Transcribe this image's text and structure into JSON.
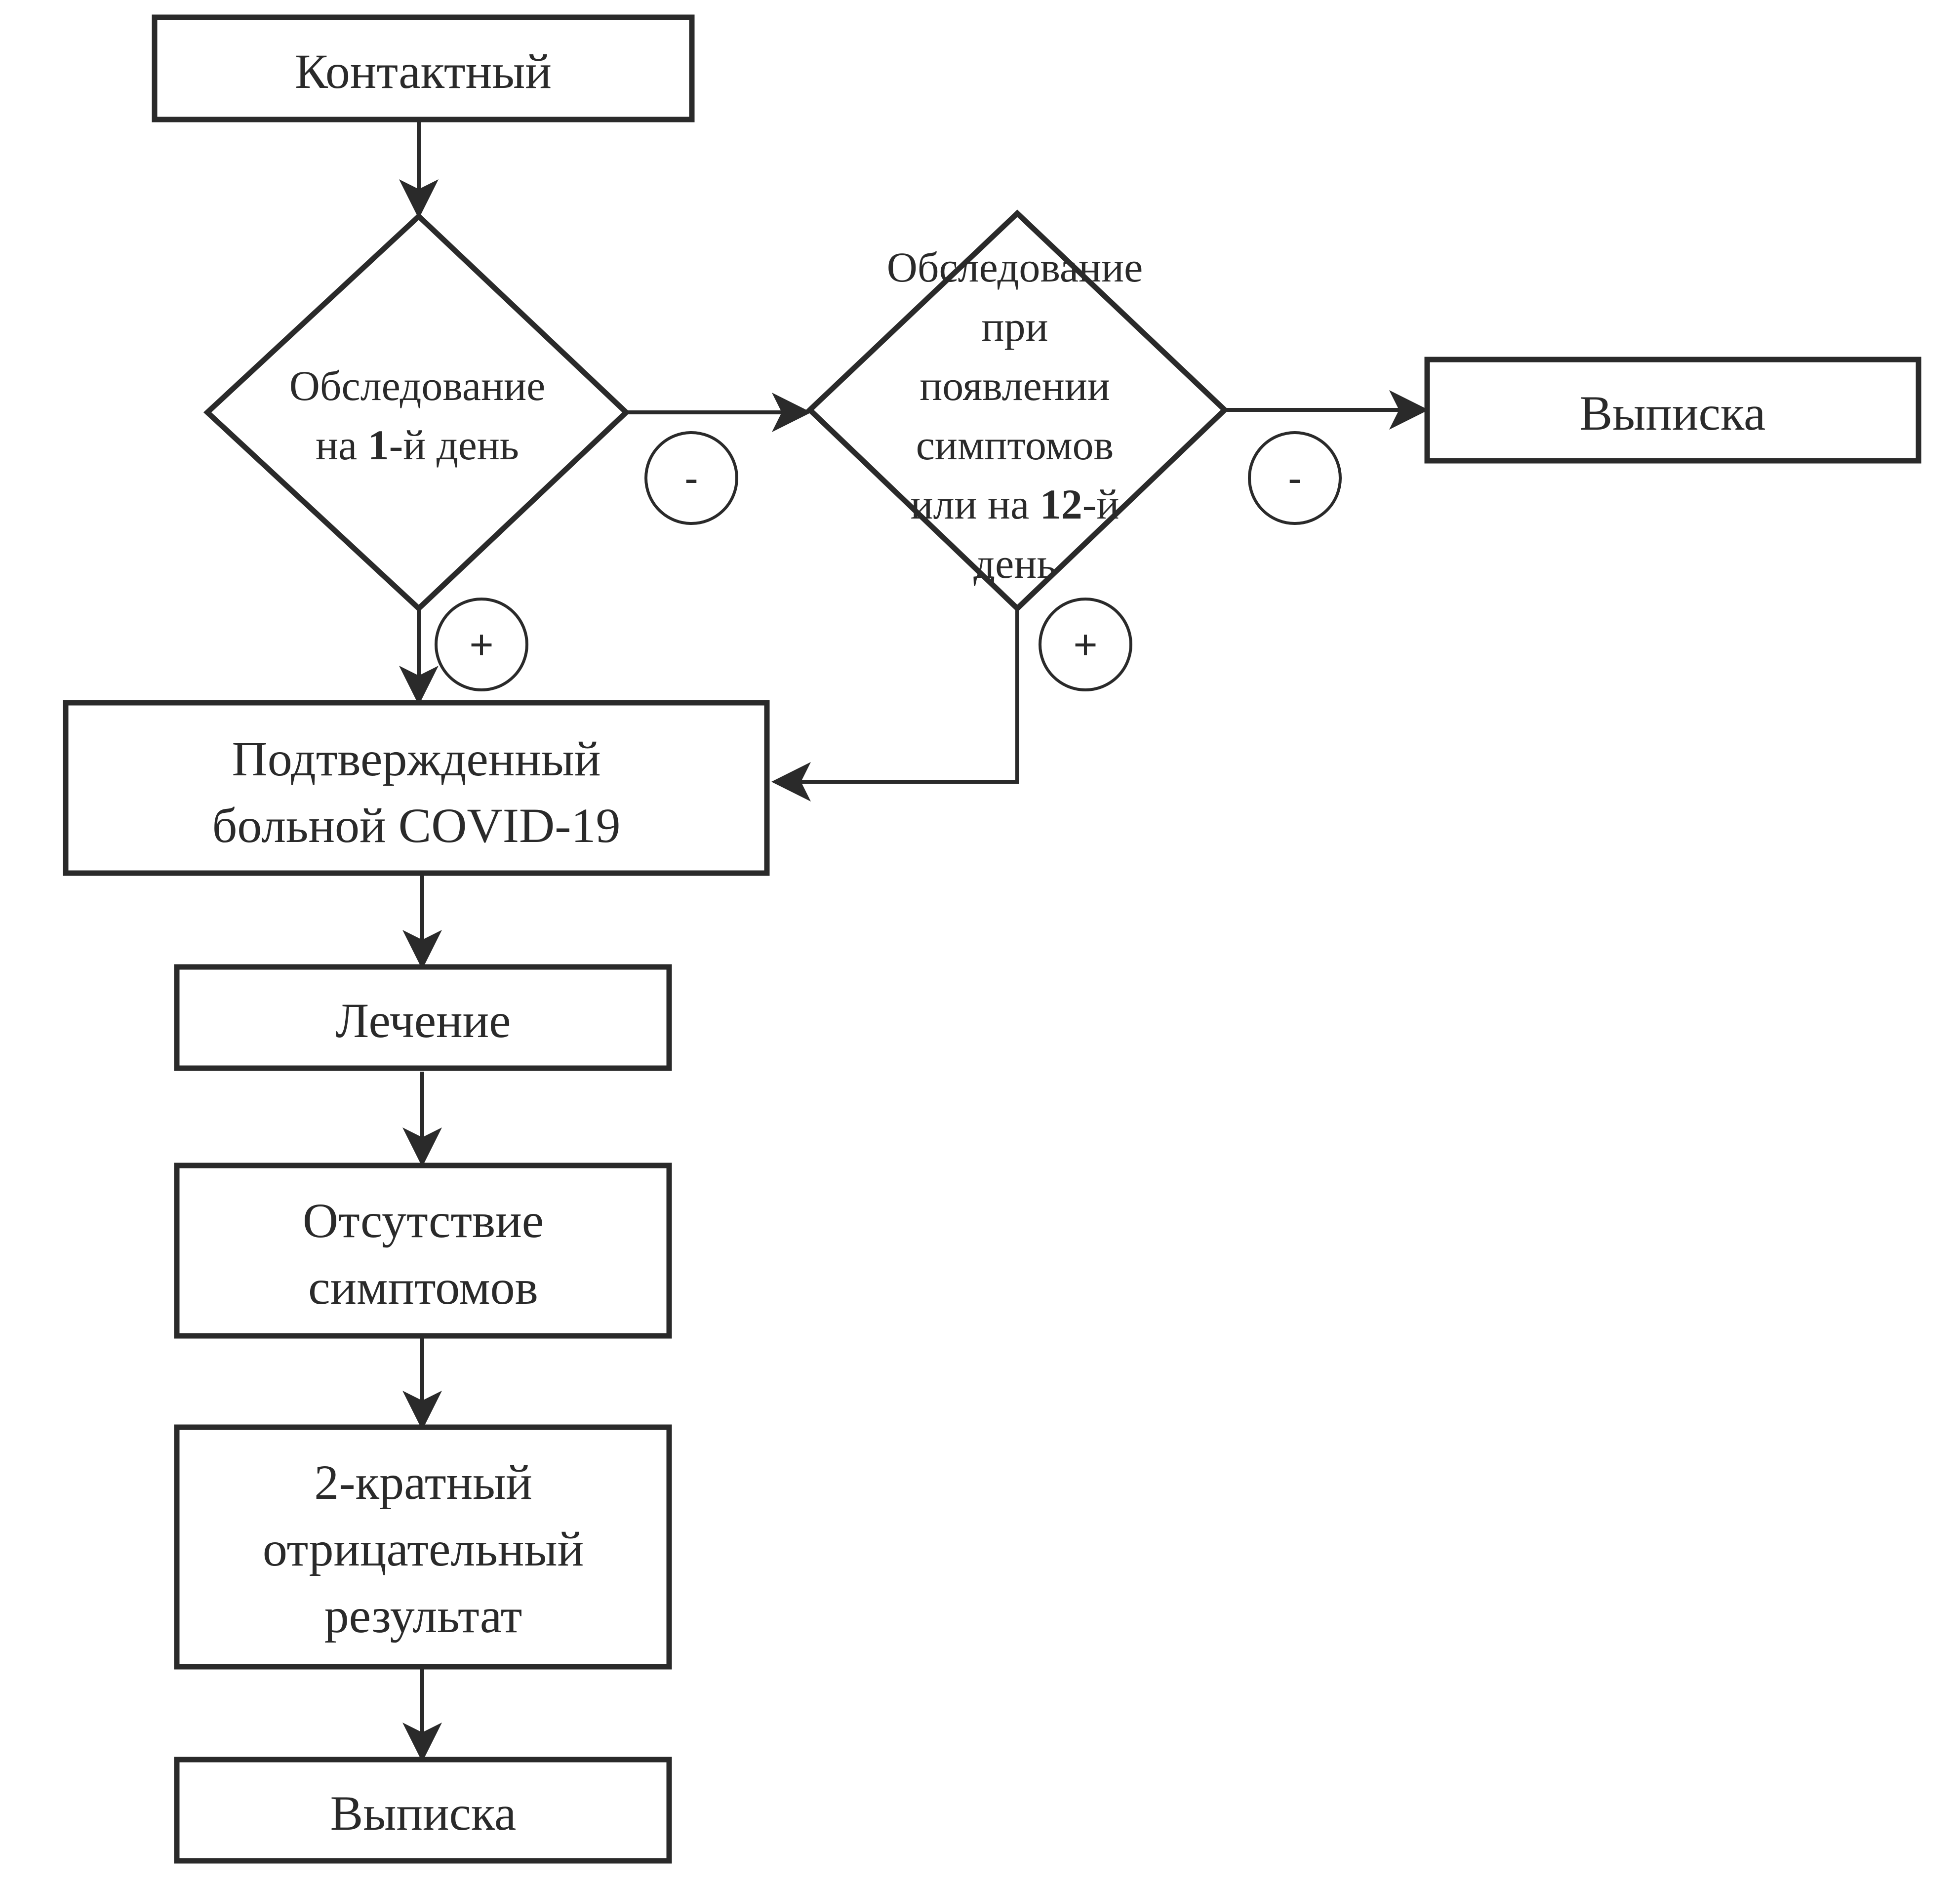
{
  "nodes": {
    "contact": {
      "text": "Контактный"
    },
    "exam_day1": {
      "line1": "Обследование",
      "line2_prefix": "на ",
      "line2_bold": "1",
      "line2_suffix": "-й день"
    },
    "exam_symptoms": {
      "line1": "Обследование",
      "line2": "при",
      "line3": "появлении",
      "line4": "симптомов",
      "line5_prefix": "или на ",
      "line5_bold": "12",
      "line5_suffix": "-й",
      "line6": "день"
    },
    "discharge_right": {
      "text": "Выписка"
    },
    "confirmed": {
      "line1": "Подтвержденный",
      "line2": "больной COVID-19"
    },
    "treatment": {
      "text": "Лечение"
    },
    "no_symptoms": {
      "line1": "Отсутствие",
      "line2": "симптомов"
    },
    "double_negative": {
      "line1": "2-кратный",
      "line2": "отрицательный",
      "line3": "результат"
    },
    "discharge_bottom": {
      "text": "Выписка"
    }
  },
  "badges": {
    "minus_1": "-",
    "minus_2": "-",
    "plus_1": "+",
    "plus_2": "+"
  },
  "colors": {
    "stroke": "#2a2a2a",
    "background": "#ffffff"
  }
}
